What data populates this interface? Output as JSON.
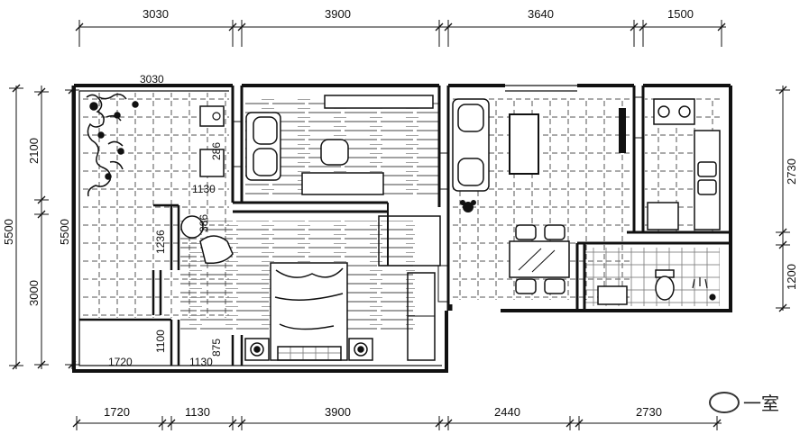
{
  "plan": {
    "top_dims": [
      "3030",
      "3900",
      "3640",
      "1500"
    ],
    "bottom_dims": [
      "1720",
      "1130",
      "3900",
      "2440",
      "2730"
    ],
    "left_outer": [
      "5500"
    ],
    "left_inner": [
      "2100",
      "3000"
    ],
    "left_inner2": [
      "5500"
    ],
    "right_dims": [
      "2730",
      "1200"
    ],
    "room_labels": {
      "balcony_width": "3030",
      "wardrobe_depth": "1130",
      "hall_len": "1236",
      "closet_width": "1720",
      "closet_height": "1100",
      "small_width": "1130",
      "small_dim": "875",
      "bath_dim": "286",
      "tub_dim": "386"
    }
  },
  "watermark": {
    "text": "一室"
  }
}
